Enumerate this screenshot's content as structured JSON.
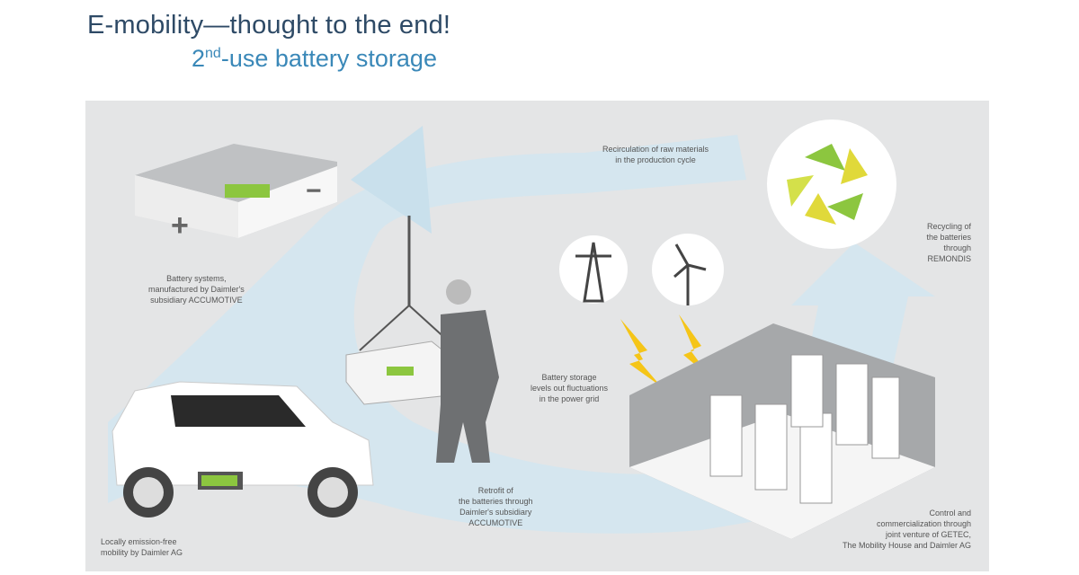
{
  "header": {
    "title": "E-mobility—thought to the end!",
    "subtitle_prefix": "2",
    "subtitle_sup": "nd",
    "subtitle_rest": "-use battery storage"
  },
  "captions": {
    "battery_systems": [
      "Battery systems,",
      "manufactured by Daimler's",
      "subsidiary ACCUMOTIVE"
    ],
    "recirculation": [
      "Recirculation of raw materials",
      "in the production cycle"
    ],
    "recycling": [
      "Recycling of",
      "the batteries",
      "through",
      "REMONDIS"
    ],
    "storage": [
      "Battery storage",
      "levels out fluctuations",
      "in the power grid"
    ],
    "retrofit": [
      "Retrofit of",
      "the batteries through",
      "Daimler's subsidiary",
      "ACCUMOTIVE"
    ],
    "mobility": [
      "Locally emission-free",
      "mobility by Daimler AG"
    ],
    "control": [
      "Control and",
      "commercialization through",
      "joint venture of GETEC,",
      "The Mobility House and Daimler AG"
    ]
  },
  "colors": {
    "title": "#2e4a66",
    "subtitle": "#3a88b8",
    "panel": "#e4e5e6",
    "flow": "#cde3ef",
    "green": "#8cc63f",
    "yellow": "#f5c518"
  }
}
